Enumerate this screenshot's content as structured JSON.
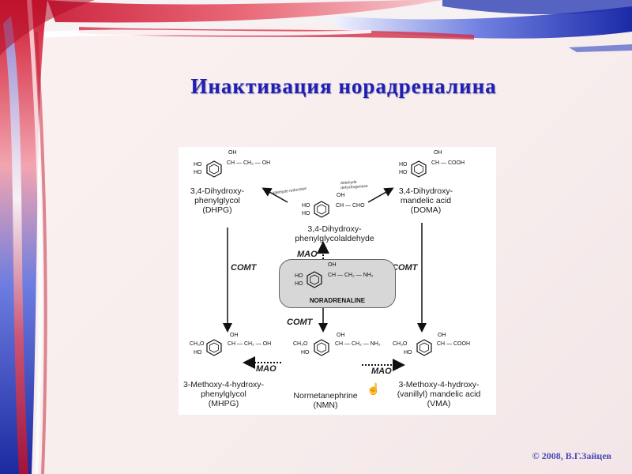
{
  "slide": {
    "title": "Инактивация норадреналина",
    "copyright": "© 2008, В.Г.Зайцев"
  },
  "diagram": {
    "compounds": {
      "dhpg": {
        "name": "3,4-Dihydroxy-\nphenylglycol\n(DHPG)",
        "side_chain": "CH — CH₂ — OH",
        "ring_subs": [
          "HO",
          "HO"
        ],
        "oh": "OH"
      },
      "doma": {
        "name": "3,4-Dihydroxy-\nmandelic acid\n(DOMA)",
        "side_chain": "CH — COOH",
        "ring_subs": [
          "HO",
          "HO"
        ],
        "oh": "OH"
      },
      "dopegal": {
        "name": "3,4-Dihydroxy-\nphenylglycolaldehyde",
        "side_chain": "CH — CHO",
        "ring_subs": [
          "HO",
          "HO"
        ],
        "oh": "OH"
      },
      "noradrenaline": {
        "name": "NORADRENALINE",
        "side_chain": "CH — CH₂ — NH₂",
        "ring_subs": [
          "HO",
          "HO"
        ],
        "oh": "OH"
      },
      "mhpg": {
        "name": "3-Methoxy-4-hydroxy-\nphenylglycol\n(MHPG)",
        "side_chain": "CH — CH₂ — OH",
        "ring_subs": [
          "CH₃O",
          "HO"
        ],
        "oh": "OH"
      },
      "nmn": {
        "name": "Normetanephrine\n(NMN)",
        "side_chain": "CH — CH₂ — NH₂",
        "ring_subs": [
          "CH₃O",
          "HO"
        ],
        "oh": "OH"
      },
      "vma": {
        "name": "3-Methoxy-4-hydroxy-\n(vanillyl) mandelic acid\n(VMA)",
        "side_chain": "CH — COOH",
        "ring_subs": [
          "CH₃O",
          "HO"
        ],
        "oh": "OH"
      }
    },
    "enzymes": {
      "aldehyde_reductase": "Aldehyde reductase",
      "aldehyde_dehydrogenase": "Aldehyde\ndehydrogenase",
      "mao_top": "MAO",
      "comt_left": "COMT",
      "comt_right": "COMT",
      "comt_center": "COMT",
      "mao_left": "MAO",
      "mao_right": "MAO"
    }
  }
}
